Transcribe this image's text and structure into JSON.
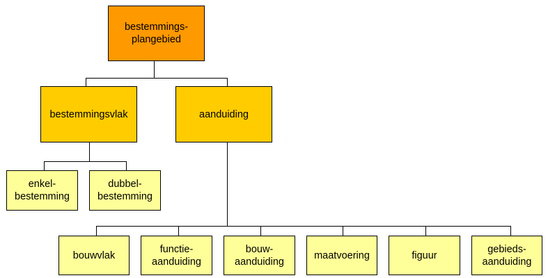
{
  "nodes": {
    "root": "bestemmings-\nplangebied",
    "bestemmingsvlak": "bestemmingsvlak",
    "aanduiding": "aanduiding",
    "enkel": "enkel-\nbestemming",
    "dubbel": "dubbel-\nbestemming",
    "bouwvlak": "bouwvlak",
    "functie": "functie-\naanduiding",
    "bouw": "bouw-\naanduiding",
    "maatvoering": "maatvoering",
    "figuur": "figuur",
    "gebieds": "gebieds-\naanduiding"
  },
  "colors": {
    "level0": "#ff9900",
    "level1": "#ffcc00",
    "level2": "#ffff99",
    "connector": "#000000"
  }
}
